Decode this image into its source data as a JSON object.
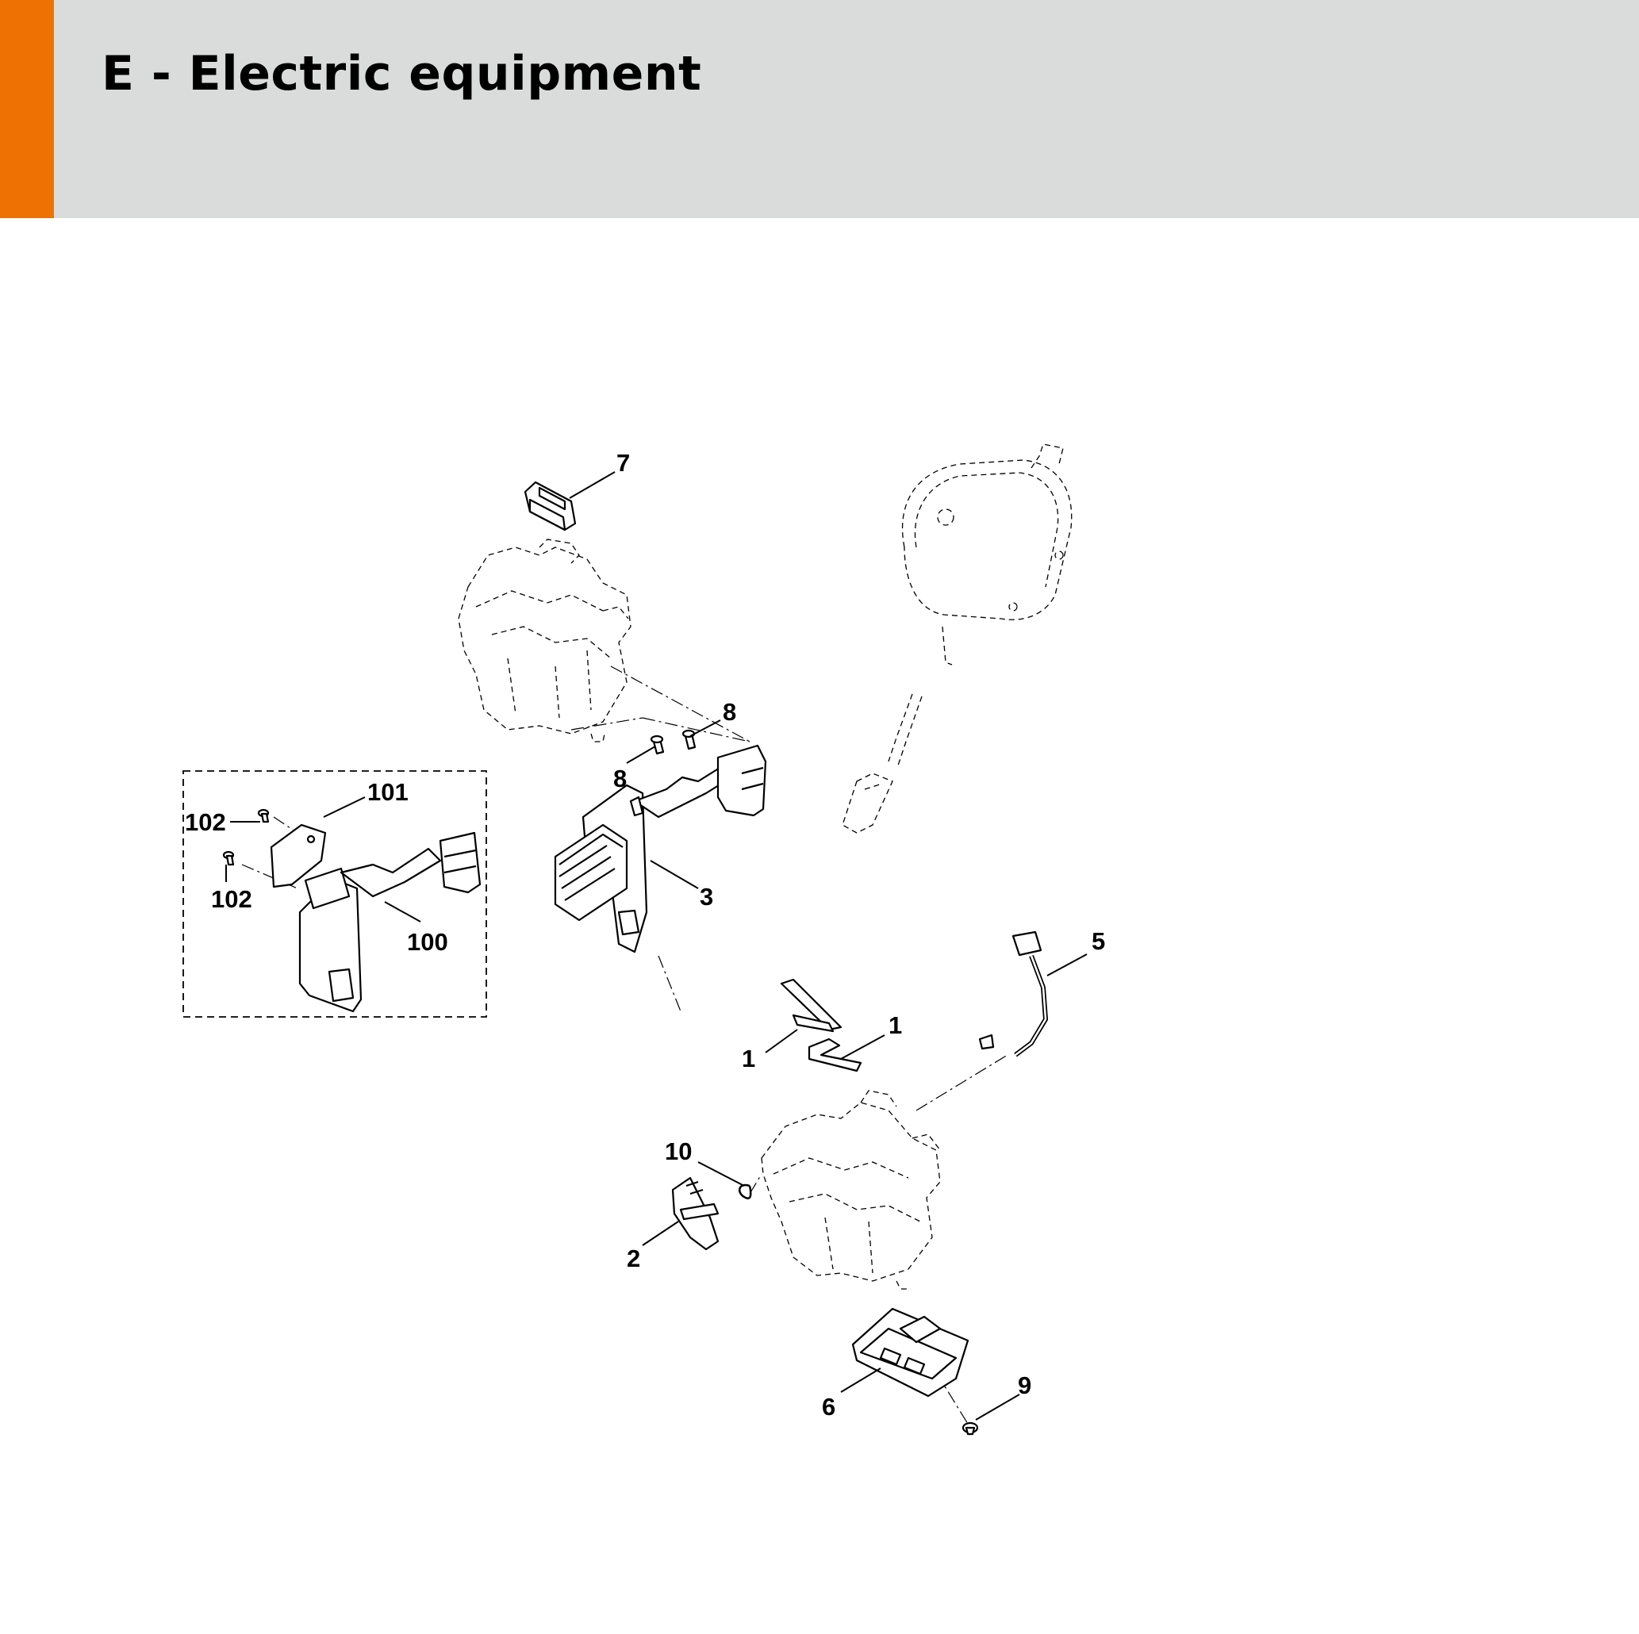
{
  "header": {
    "title": "E - Electric equipment",
    "accent_color": "#ee7203",
    "background_color": "#dadbdb"
  },
  "diagram": {
    "callouts": {
      "c7": "7",
      "c8a": "8",
      "c8b": "8",
      "c101": "101",
      "c102a": "102",
      "c102b": "102",
      "c3": "3",
      "c100": "100",
      "c5": "5",
      "c1a": "1",
      "c1b": "1",
      "c10": "10",
      "c2": "2",
      "c6": "6",
      "c9": "9"
    }
  }
}
